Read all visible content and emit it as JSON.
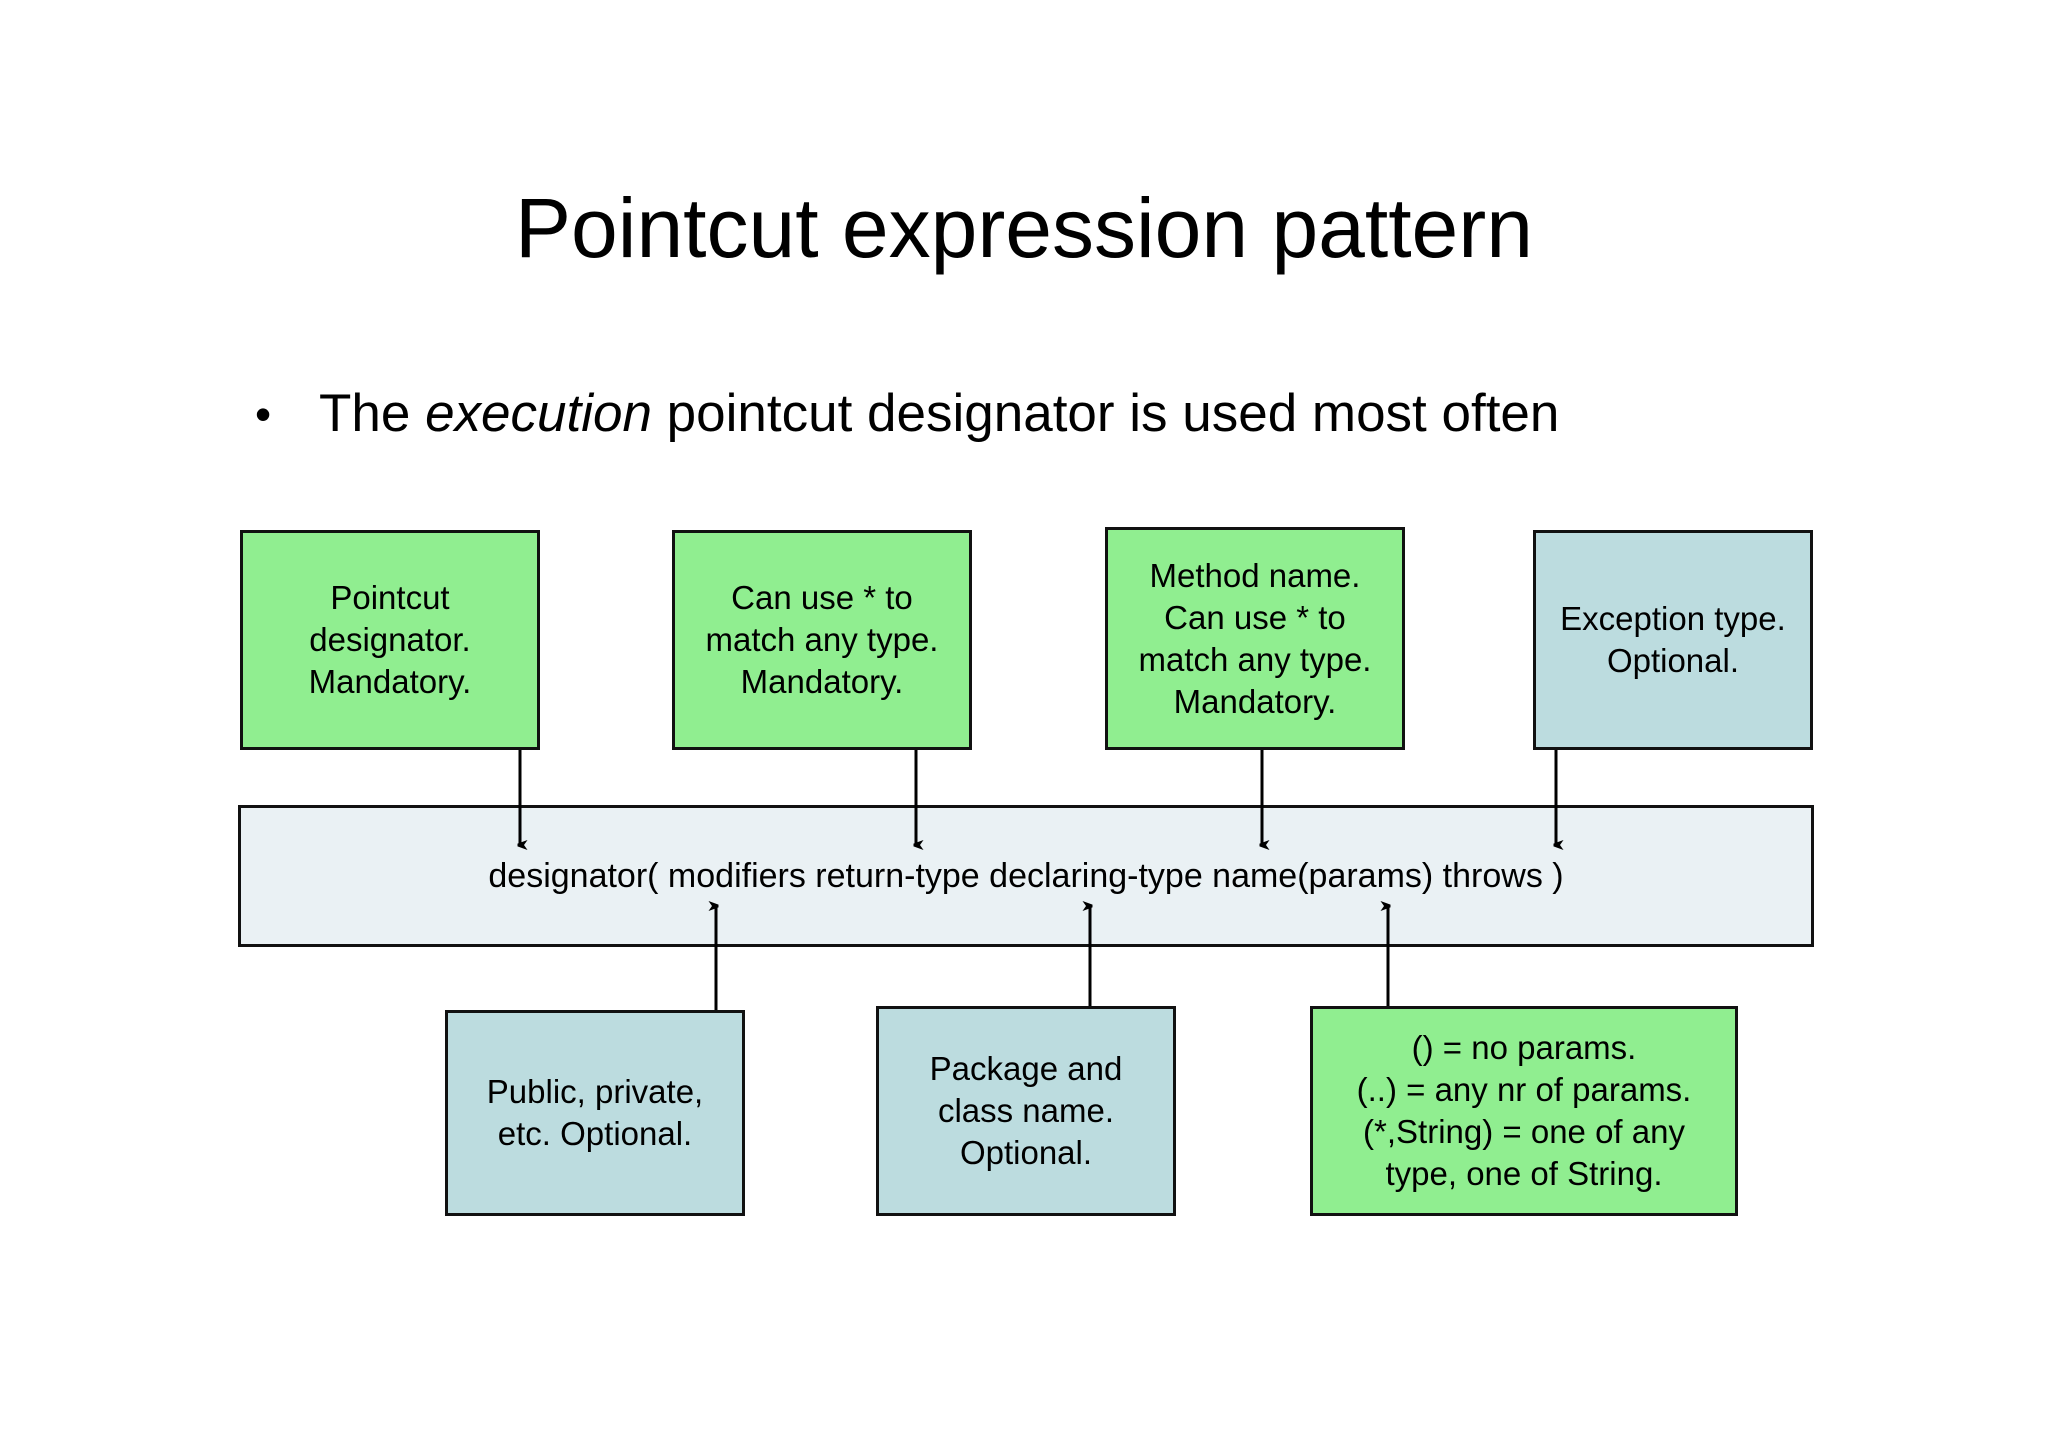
{
  "slide": {
    "title": "Pointcut expression pattern",
    "bullet": {
      "marker": "•",
      "text_before": "The ",
      "emphasis": "execution",
      "text_after": " pointcut designator is used most often"
    },
    "pattern_bar": {
      "text": "designator( modifiers return-type declaring-type name(params) throws )"
    },
    "top_boxes": [
      {
        "id": "designator",
        "color": "#90ee90",
        "text": "Pointcut\ndesignator.\nMandatory."
      },
      {
        "id": "return-type",
        "color": "#90ee90",
        "text": "Can use * to\nmatch any type.\nMandatory."
      },
      {
        "id": "method-name",
        "color": "#90ee90",
        "text": "Method name.\nCan use * to\nmatch any type.\nMandatory."
      },
      {
        "id": "exception-type",
        "color": "#bcdcdf",
        "text": "Exception type.\nOptional."
      }
    ],
    "bottom_boxes": [
      {
        "id": "modifiers",
        "color": "#bcdcdf",
        "text": "Public, private,\netc. Optional."
      },
      {
        "id": "declaring-type",
        "color": "#bcdcdf",
        "text": "Package and\nclass name.\nOptional."
      },
      {
        "id": "params",
        "color": "#90ee90",
        "text": "() = no params.\n(..) = any nr of params.\n(*,String) = one of any\ntype, one of String."
      }
    ],
    "colors": {
      "green": "#90ee90",
      "blue": "#bcdcdf",
      "bar": "#eaf1f4",
      "outline": "#111111",
      "background": "#ffffff"
    }
  }
}
